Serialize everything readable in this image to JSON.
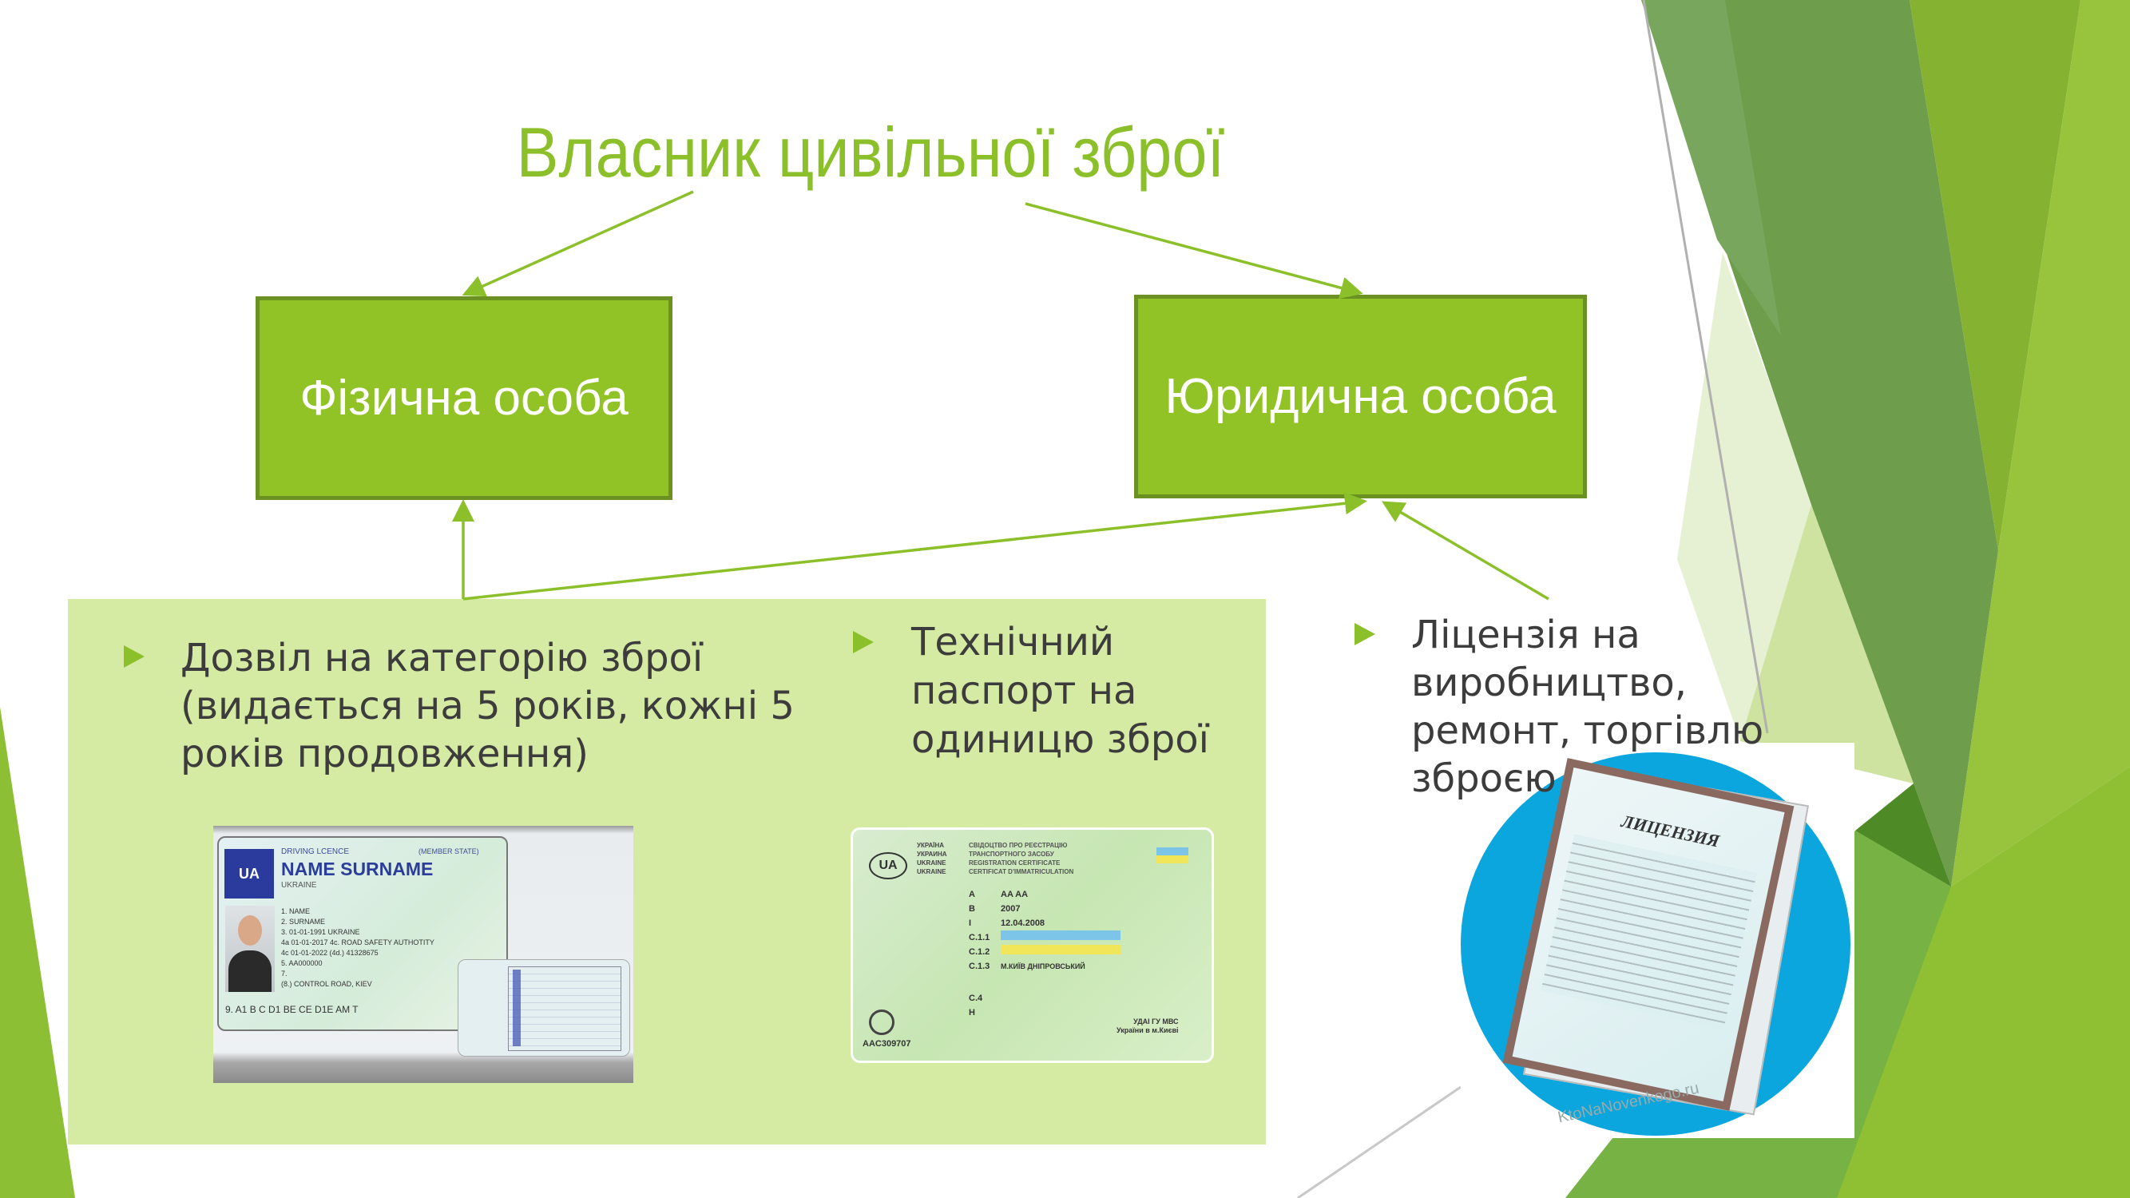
{
  "slide": {
    "title": "Власник цивільної зброї",
    "boxes": [
      {
        "label": "Фізична особа"
      },
      {
        "label": "Юридична особа"
      }
    ],
    "bullets": [
      {
        "lines": [
          "Дозвіл на категорію зброї",
          "(видається на 5 років, кожні 5",
          "років продовження)"
        ]
      },
      {
        "lines": [
          "Технічний",
          "паспорт на",
          "одиницю зброї"
        ]
      },
      {
        "lines": [
          "Ліцензія на",
          "виробництво,",
          "ремонт, торгівлю",
          "зброєю"
        ]
      }
    ],
    "licence_card": {
      "header": "DRIVING LCENCE",
      "member": "(MEMBER STATE)",
      "badge": "UA",
      "name": "NAME SURNAME",
      "country": "UKRAINE",
      "fields": [
        "1. NAME",
        "2. SURNAME",
        "3. 01-01-1991 UKRAINE",
        "4a 01-01-2017   4c. ROAD SAFETY AUTHOTITY",
        "4c 01-01-2022   (4d.) 41328675",
        "5. AA000000",
        "7.",
        "(8.) CONTROL ROAD, KIEV"
      ],
      "categories": "9. A1 B C D1 BE CE D1E AM T"
    },
    "registration_card": {
      "badge": "UA",
      "countries": [
        "УКРАЇНА",
        "УКРАИНА",
        "UKRAINE",
        "UKRAINE"
      ],
      "heading": [
        "СВІДОЦТВО ПРО РЕЄСТРАЦІЮ",
        "ТРАНСПОРТНОГО ЗАСОБУ",
        "REGISTRATION CERTIFICATE",
        "CERTIFICAT D'IMMATRICULATION"
      ],
      "rows": [
        {
          "code": "A",
          "value": "AA    AA"
        },
        {
          "code": "B",
          "value": "2007"
        },
        {
          "code": "I",
          "value": "12.04.2008"
        },
        {
          "code": "C.1.1",
          "value": ""
        },
        {
          "code": "C.1.2",
          "value": ""
        },
        {
          "code": "C.1.3",
          "value": "М.КИЇВ ДНІПРОВСЬКИЙ"
        },
        {
          "code": "C.4",
          "value": ""
        },
        {
          "code": "H",
          "value": ""
        }
      ],
      "serial": "AAC309707",
      "issuer": [
        "УДАІ ГУ МВС",
        "України в м.Києві"
      ]
    },
    "license_doc": {
      "heading": "ЛИЦЕНЗИЯ",
      "watermark": "KtoNaNovenkogo.ru"
    },
    "colors": {
      "accent": "#91c226",
      "panel": "#d5eaa3",
      "text": "#3c3c3c"
    }
  }
}
